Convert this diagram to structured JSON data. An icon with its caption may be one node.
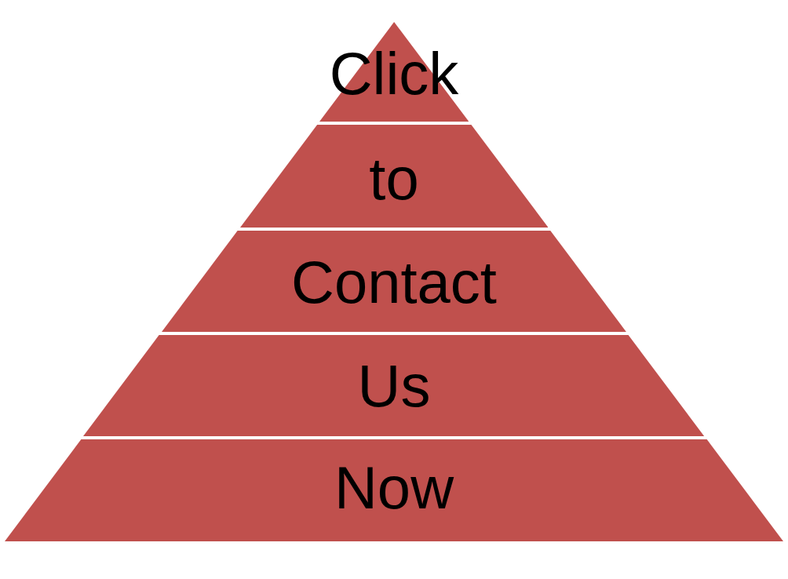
{
  "diagram": {
    "nodes": [
      {
        "text": [
          "Click"
        ]
      },
      {
        "text": [
          "to"
        ]
      },
      {
        "text": [
          "Contact"
        ]
      },
      {
        "text": [
          "Us"
        ]
      },
      {
        "text": [
          "Now"
        ]
      }
    ]
  }
}
